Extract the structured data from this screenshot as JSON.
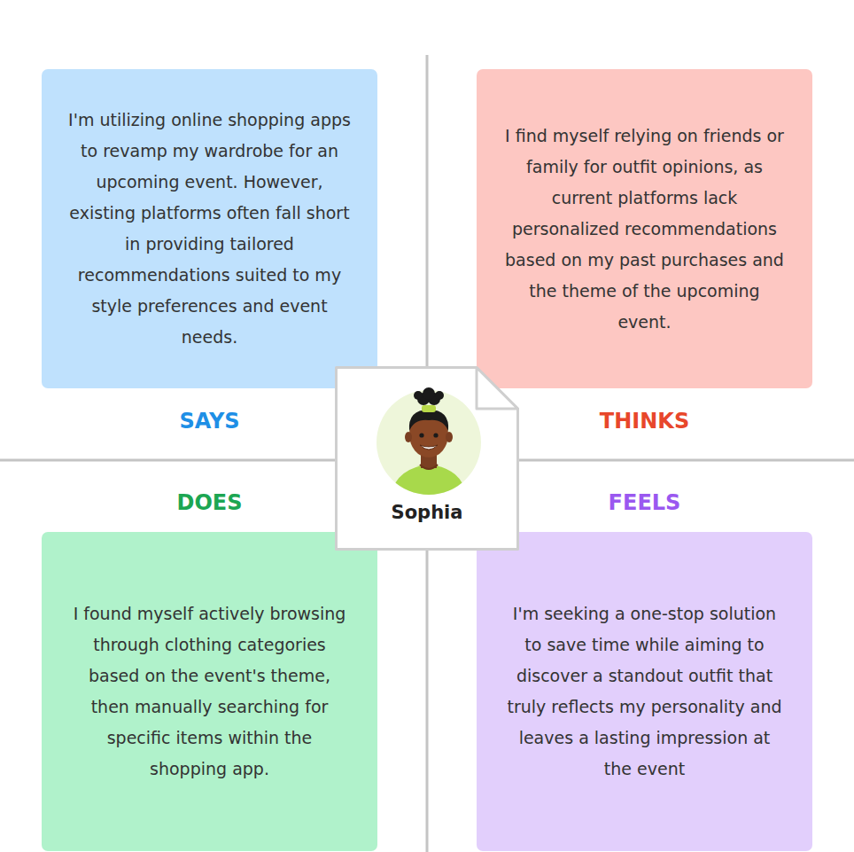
{
  "diagram": {
    "nodes": [
      {
        "text": [
          "I'm utilizing online shopping apps to revamp my wardrobe for an upcoming event. However, existing platforms often fall short in providing tailored recommendations suited to my style preferences and event needs.",
          "SAYS"
        ]
      },
      {
        "text": [
          "I find myself relying on friends or family for outfit opinions, as current platforms lack personalized recommendations based on my past purchases and the theme of the upcoming event.",
          "THINKS"
        ]
      },
      {
        "text": [
          "Sophia"
        ]
      },
      {
        "text": [
          "DOES",
          "I found myself actively browsing through clothing categories based on the event's theme, then manually searching for specific items within the shopping app."
        ]
      },
      {
        "text": [
          "FEELS",
          "I'm seeking a one-stop solution to save time while aiming to discover a standout outfit that truly reflects my personality and leaves a lasting impression at the event"
        ]
      }
    ]
  }
}
